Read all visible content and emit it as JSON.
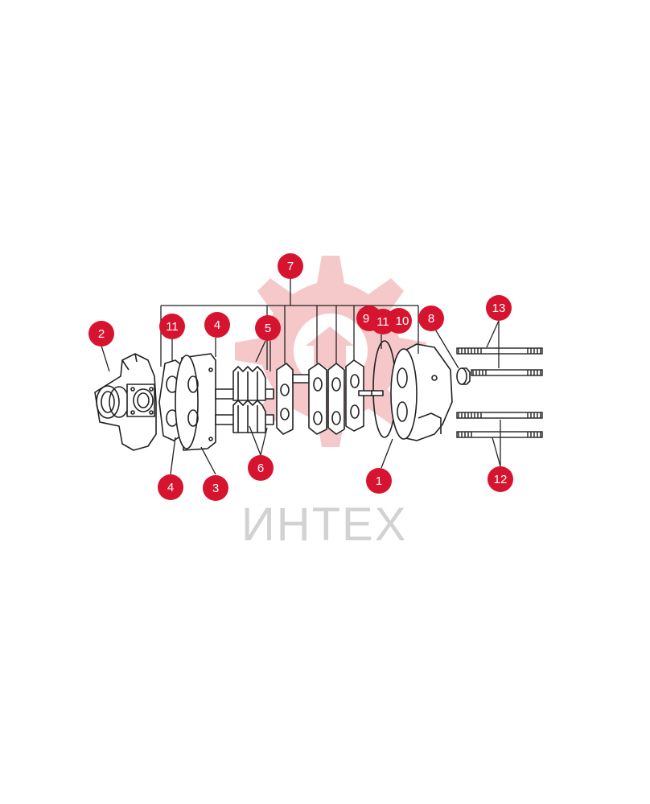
{
  "watermark": {
    "text": "ИНТЕХ",
    "logo": "gear-logo",
    "color": "#f2b5b8"
  },
  "colors": {
    "callout_fill": "#d7142f",
    "callout_text": "#ffffff",
    "line": "#222222"
  },
  "callouts": [
    {
      "id": "7",
      "label": "7"
    },
    {
      "id": "2",
      "label": "2"
    },
    {
      "id": "11a",
      "label": "11"
    },
    {
      "id": "4a",
      "label": "4"
    },
    {
      "id": "5",
      "label": "5"
    },
    {
      "id": "9",
      "label": "9"
    },
    {
      "id": "11b",
      "label": "11"
    },
    {
      "id": "10",
      "label": "10"
    },
    {
      "id": "8",
      "label": "8"
    },
    {
      "id": "13",
      "label": "13"
    },
    {
      "id": "4b",
      "label": "4"
    },
    {
      "id": "3",
      "label": "3"
    },
    {
      "id": "6",
      "label": "6"
    },
    {
      "id": "1",
      "label": "1"
    },
    {
      "id": "12",
      "label": "12"
    }
  ]
}
